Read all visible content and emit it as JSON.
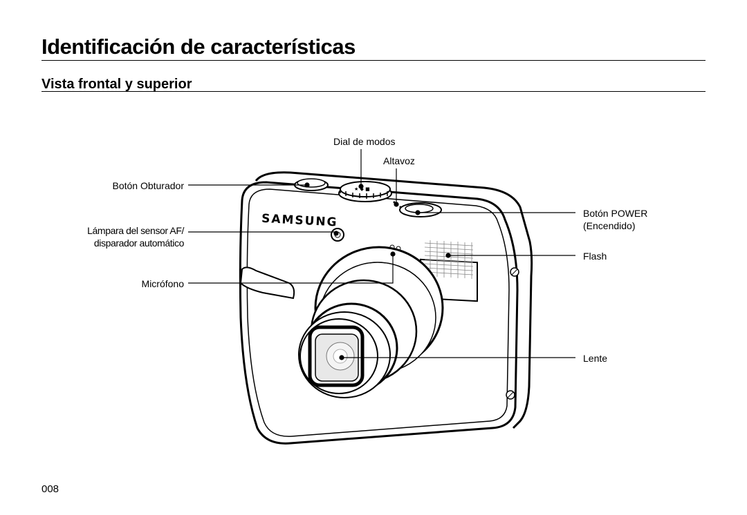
{
  "header": {
    "title": "Identificación de características",
    "subtitle": "Vista frontal y superior"
  },
  "camera": {
    "brand": "SAMSUNG"
  },
  "callouts": {
    "dial": "Dial de modos",
    "speaker": "Altavoz",
    "shutter": "Botón Obturador",
    "af_lamp_line1": "Lámpara del sensor AF/",
    "af_lamp_line2": "disparador automático",
    "microphone": "Micrófono",
    "power_line1": "Botón POWER",
    "power_line2": "(Encendido)",
    "flash": "Flash",
    "lens": "Lente"
  },
  "footer": {
    "page_number": "008"
  }
}
